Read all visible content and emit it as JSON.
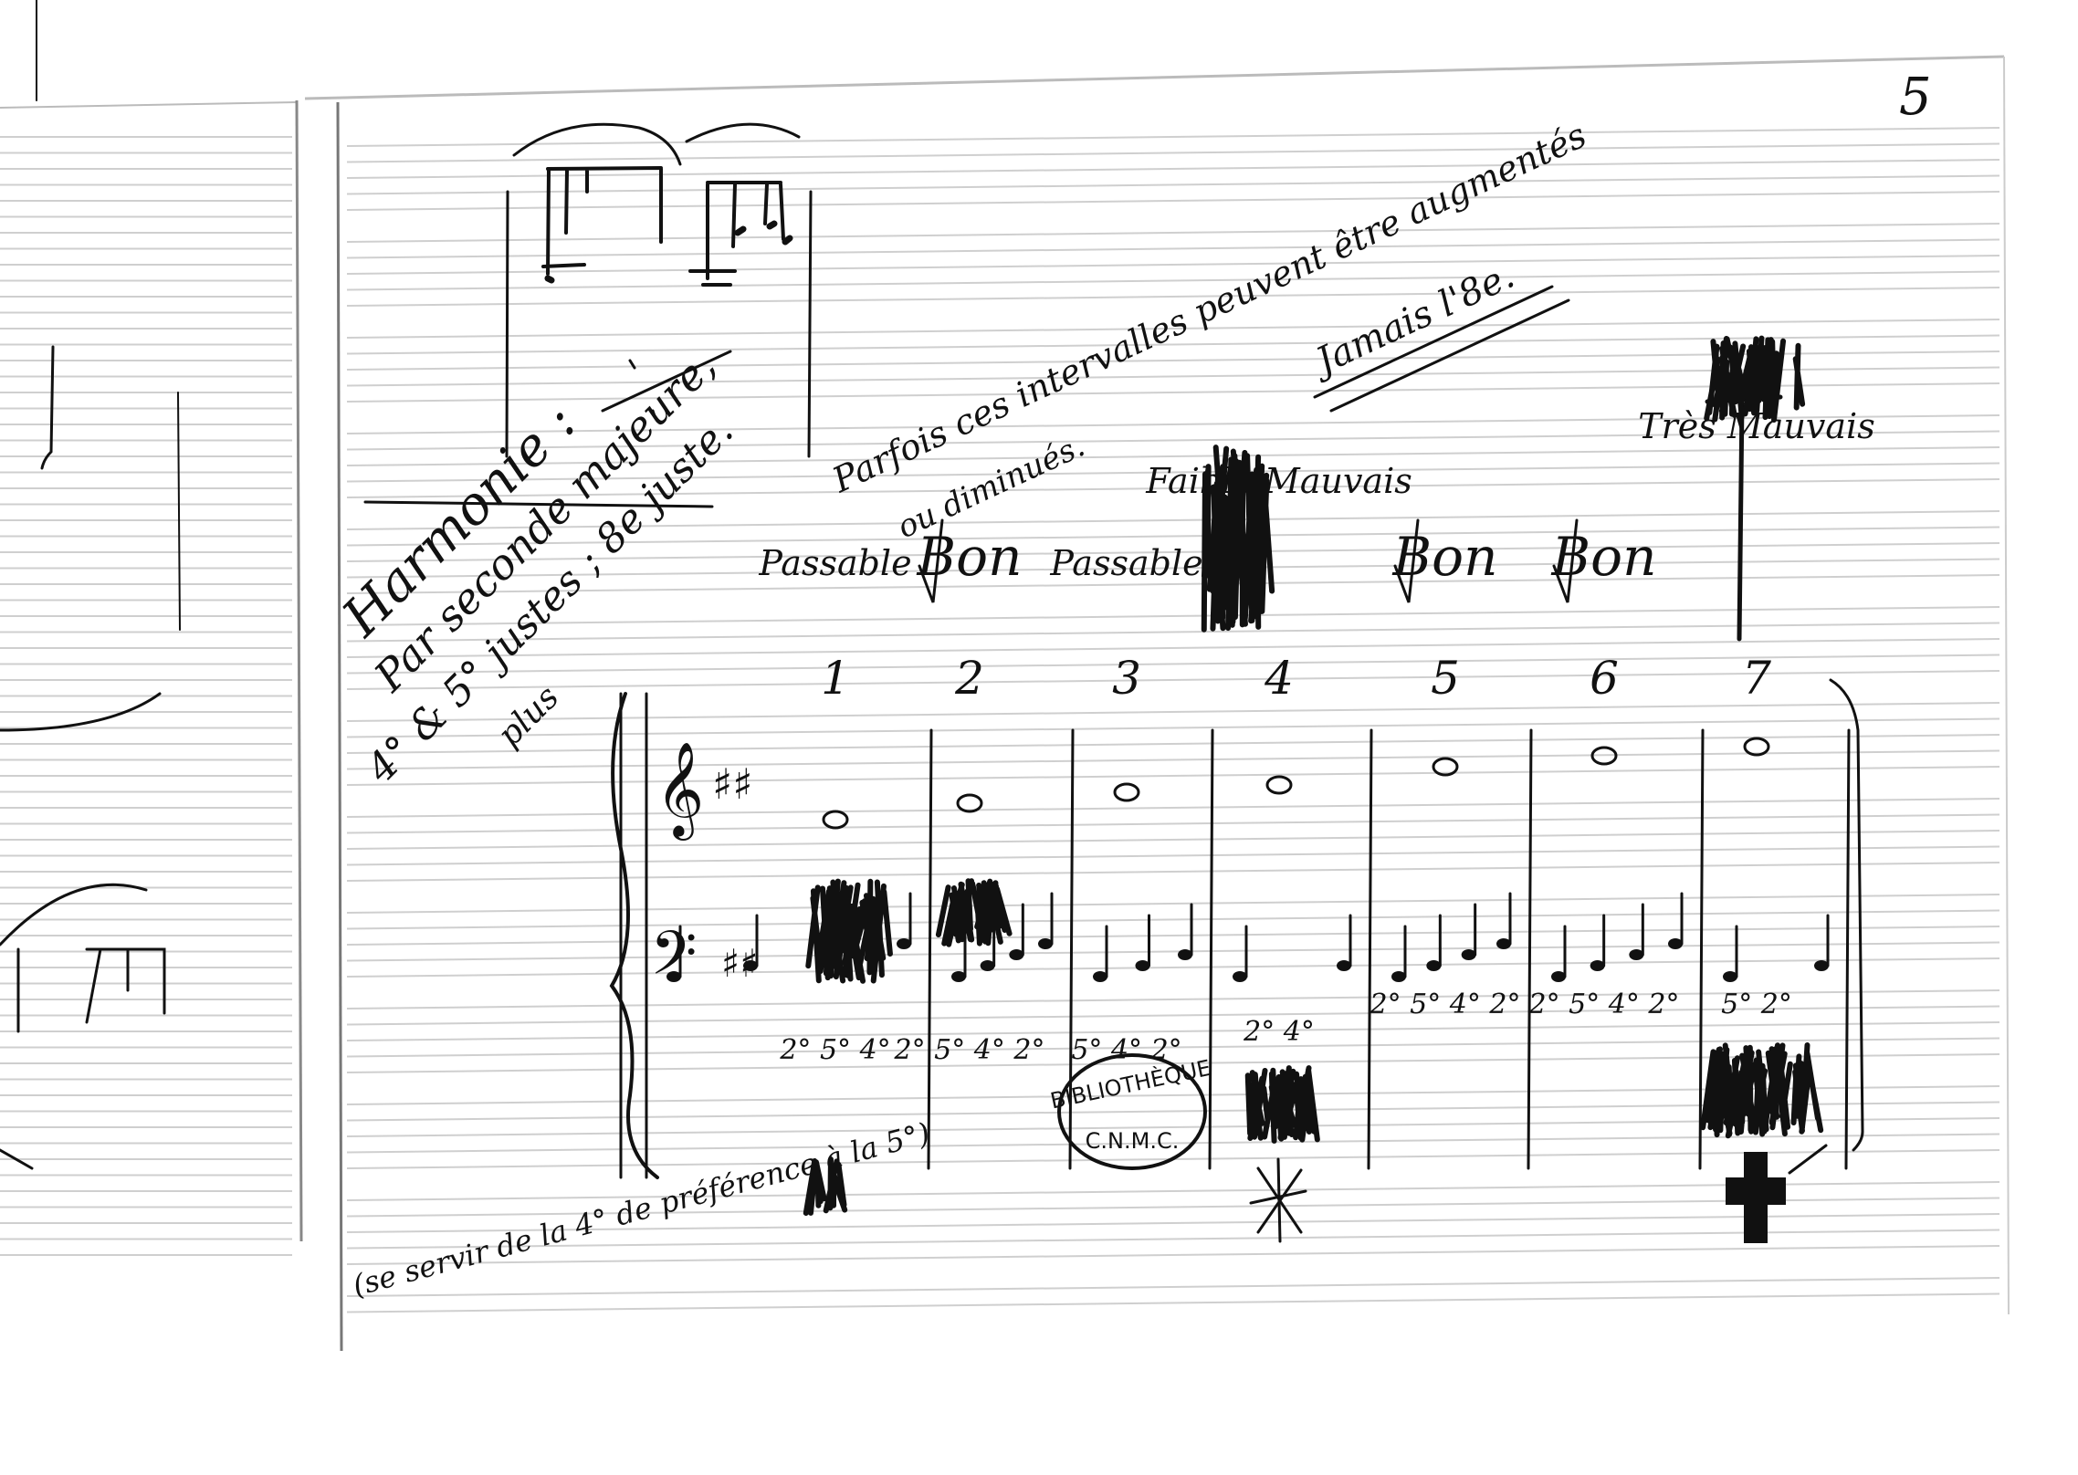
{
  "page_number": "5",
  "annotations": {
    "heading": "Harmonie :",
    "rule_line": "Par seconde majeure,",
    "perfect": "4° & 5° justes ; 8e juste.",
    "sometimes": "Parfois ces intervalles peuvent être augmentés",
    "diminished": "ou diminués.",
    "never": "Jamais l'8e.",
    "plus": "plus",
    "preference": "(se servir de la 4° de préférence à la 5°)"
  },
  "ratings": [
    {
      "number": "1",
      "label": "Passable",
      "intervals": "2° 5° 4°"
    },
    {
      "number": "2",
      "label": "Bon",
      "intervals": "2° 5° 4° 2°"
    },
    {
      "number": "3",
      "label": "Passable",
      "intervals": "5° 4° 2°"
    },
    {
      "number": "4",
      "label": "Faible Mauvais",
      "intervals": "2° 4°"
    },
    {
      "number": "5",
      "label": "Bon",
      "intervals": "2° 5° 4° 2°"
    },
    {
      "number": "6",
      "label": "Bon",
      "intervals": "2° 5° 4° 2°"
    },
    {
      "number": "7",
      "label": "Très Mauvais",
      "intervals": "5° 2°"
    }
  ],
  "bass_note_counts": [
    4,
    4,
    3,
    2,
    4,
    4,
    2
  ],
  "key_signature": "♯♯",
  "stamp": {
    "top": "BIBLIOTHÈQUE",
    "bottom": "C.N.M.C."
  },
  "ink_color": "#111111",
  "paper_color": "#ffffff",
  "rule_color": "#cfcfcf"
}
